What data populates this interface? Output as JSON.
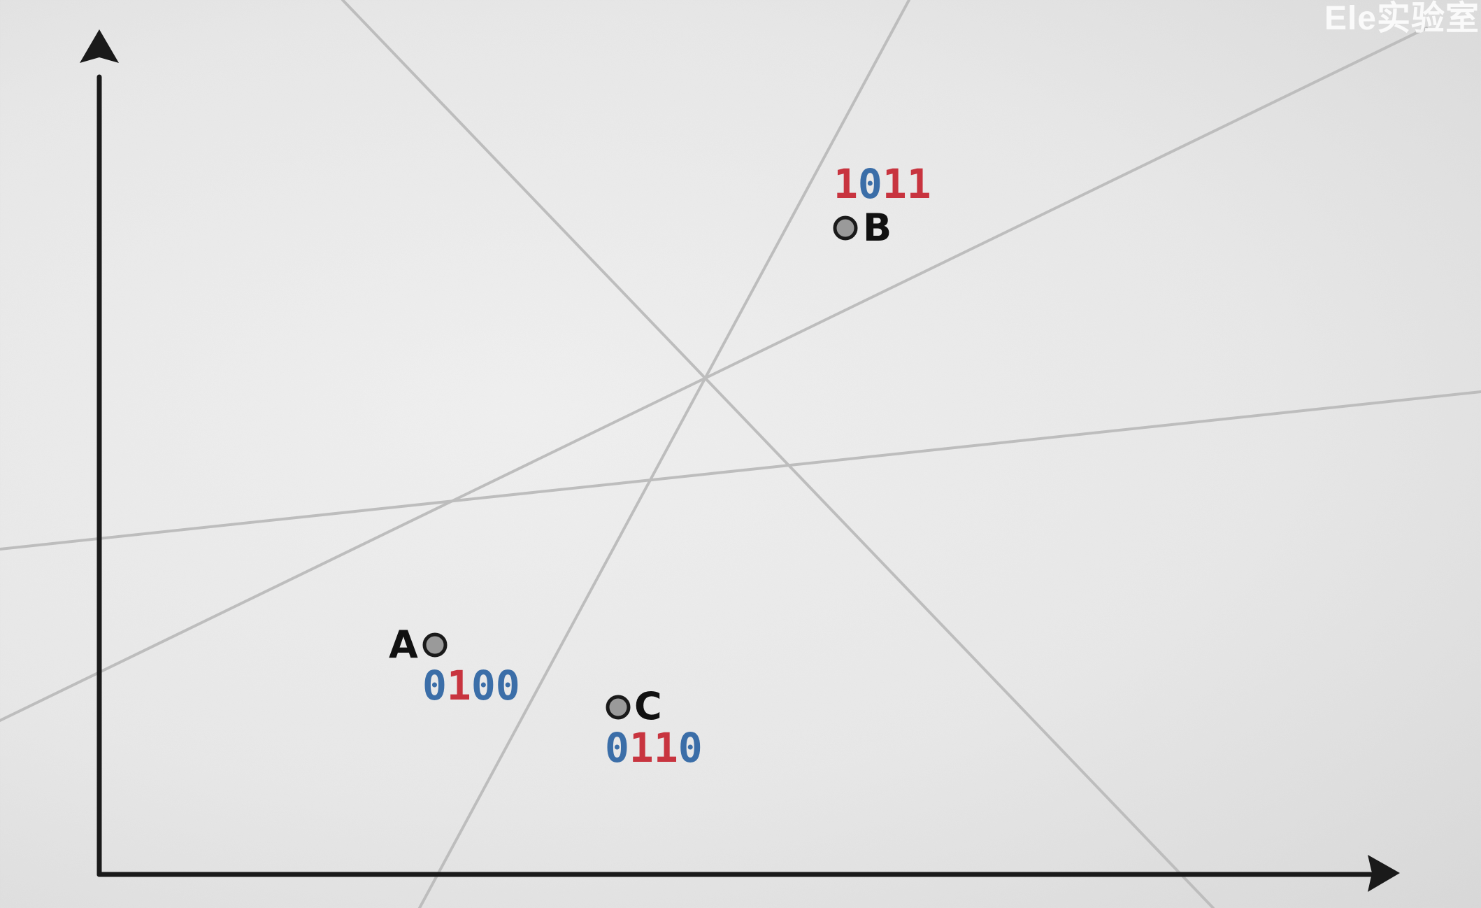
{
  "watermark": "Ele实验室",
  "colors": {
    "bit_one": "#c8343f",
    "bit_zero": "#3b6ea8",
    "axis": "#1a1a1a",
    "hyperplane": "#bfbfbf",
    "point_fill": "#9a9a9a"
  },
  "points": [
    {
      "label": "A",
      "code": "0100"
    },
    {
      "label": "B",
      "code": "1011"
    },
    {
      "label": "C",
      "code": "0110"
    }
  ]
}
